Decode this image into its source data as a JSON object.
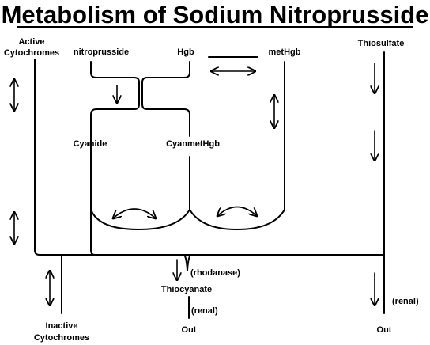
{
  "title": "Metabolism of Sodium Nitroprusside",
  "labels": {
    "active_line1": "Active",
    "active_line2": "Cytochromes",
    "nitroprusside": "nitroprusside",
    "hgb": "Hgb",
    "methgb": "metHgb",
    "thiosulfate": "Thiosulfate",
    "cyanide": "Cyanide",
    "cyanmethgb": "CyanmetHgb",
    "rhodanase": "(rhodanase)",
    "thiocyanate": "Thiocyanate",
    "renal_center": "(renal)",
    "renal_right": "(renal)",
    "inactive_line1": "Inactive",
    "inactive_line2": "Cytochromes",
    "out_center": "Out",
    "out_right": "Out"
  },
  "colors": {
    "ink": "#000000",
    "background": "#ffffff"
  }
}
